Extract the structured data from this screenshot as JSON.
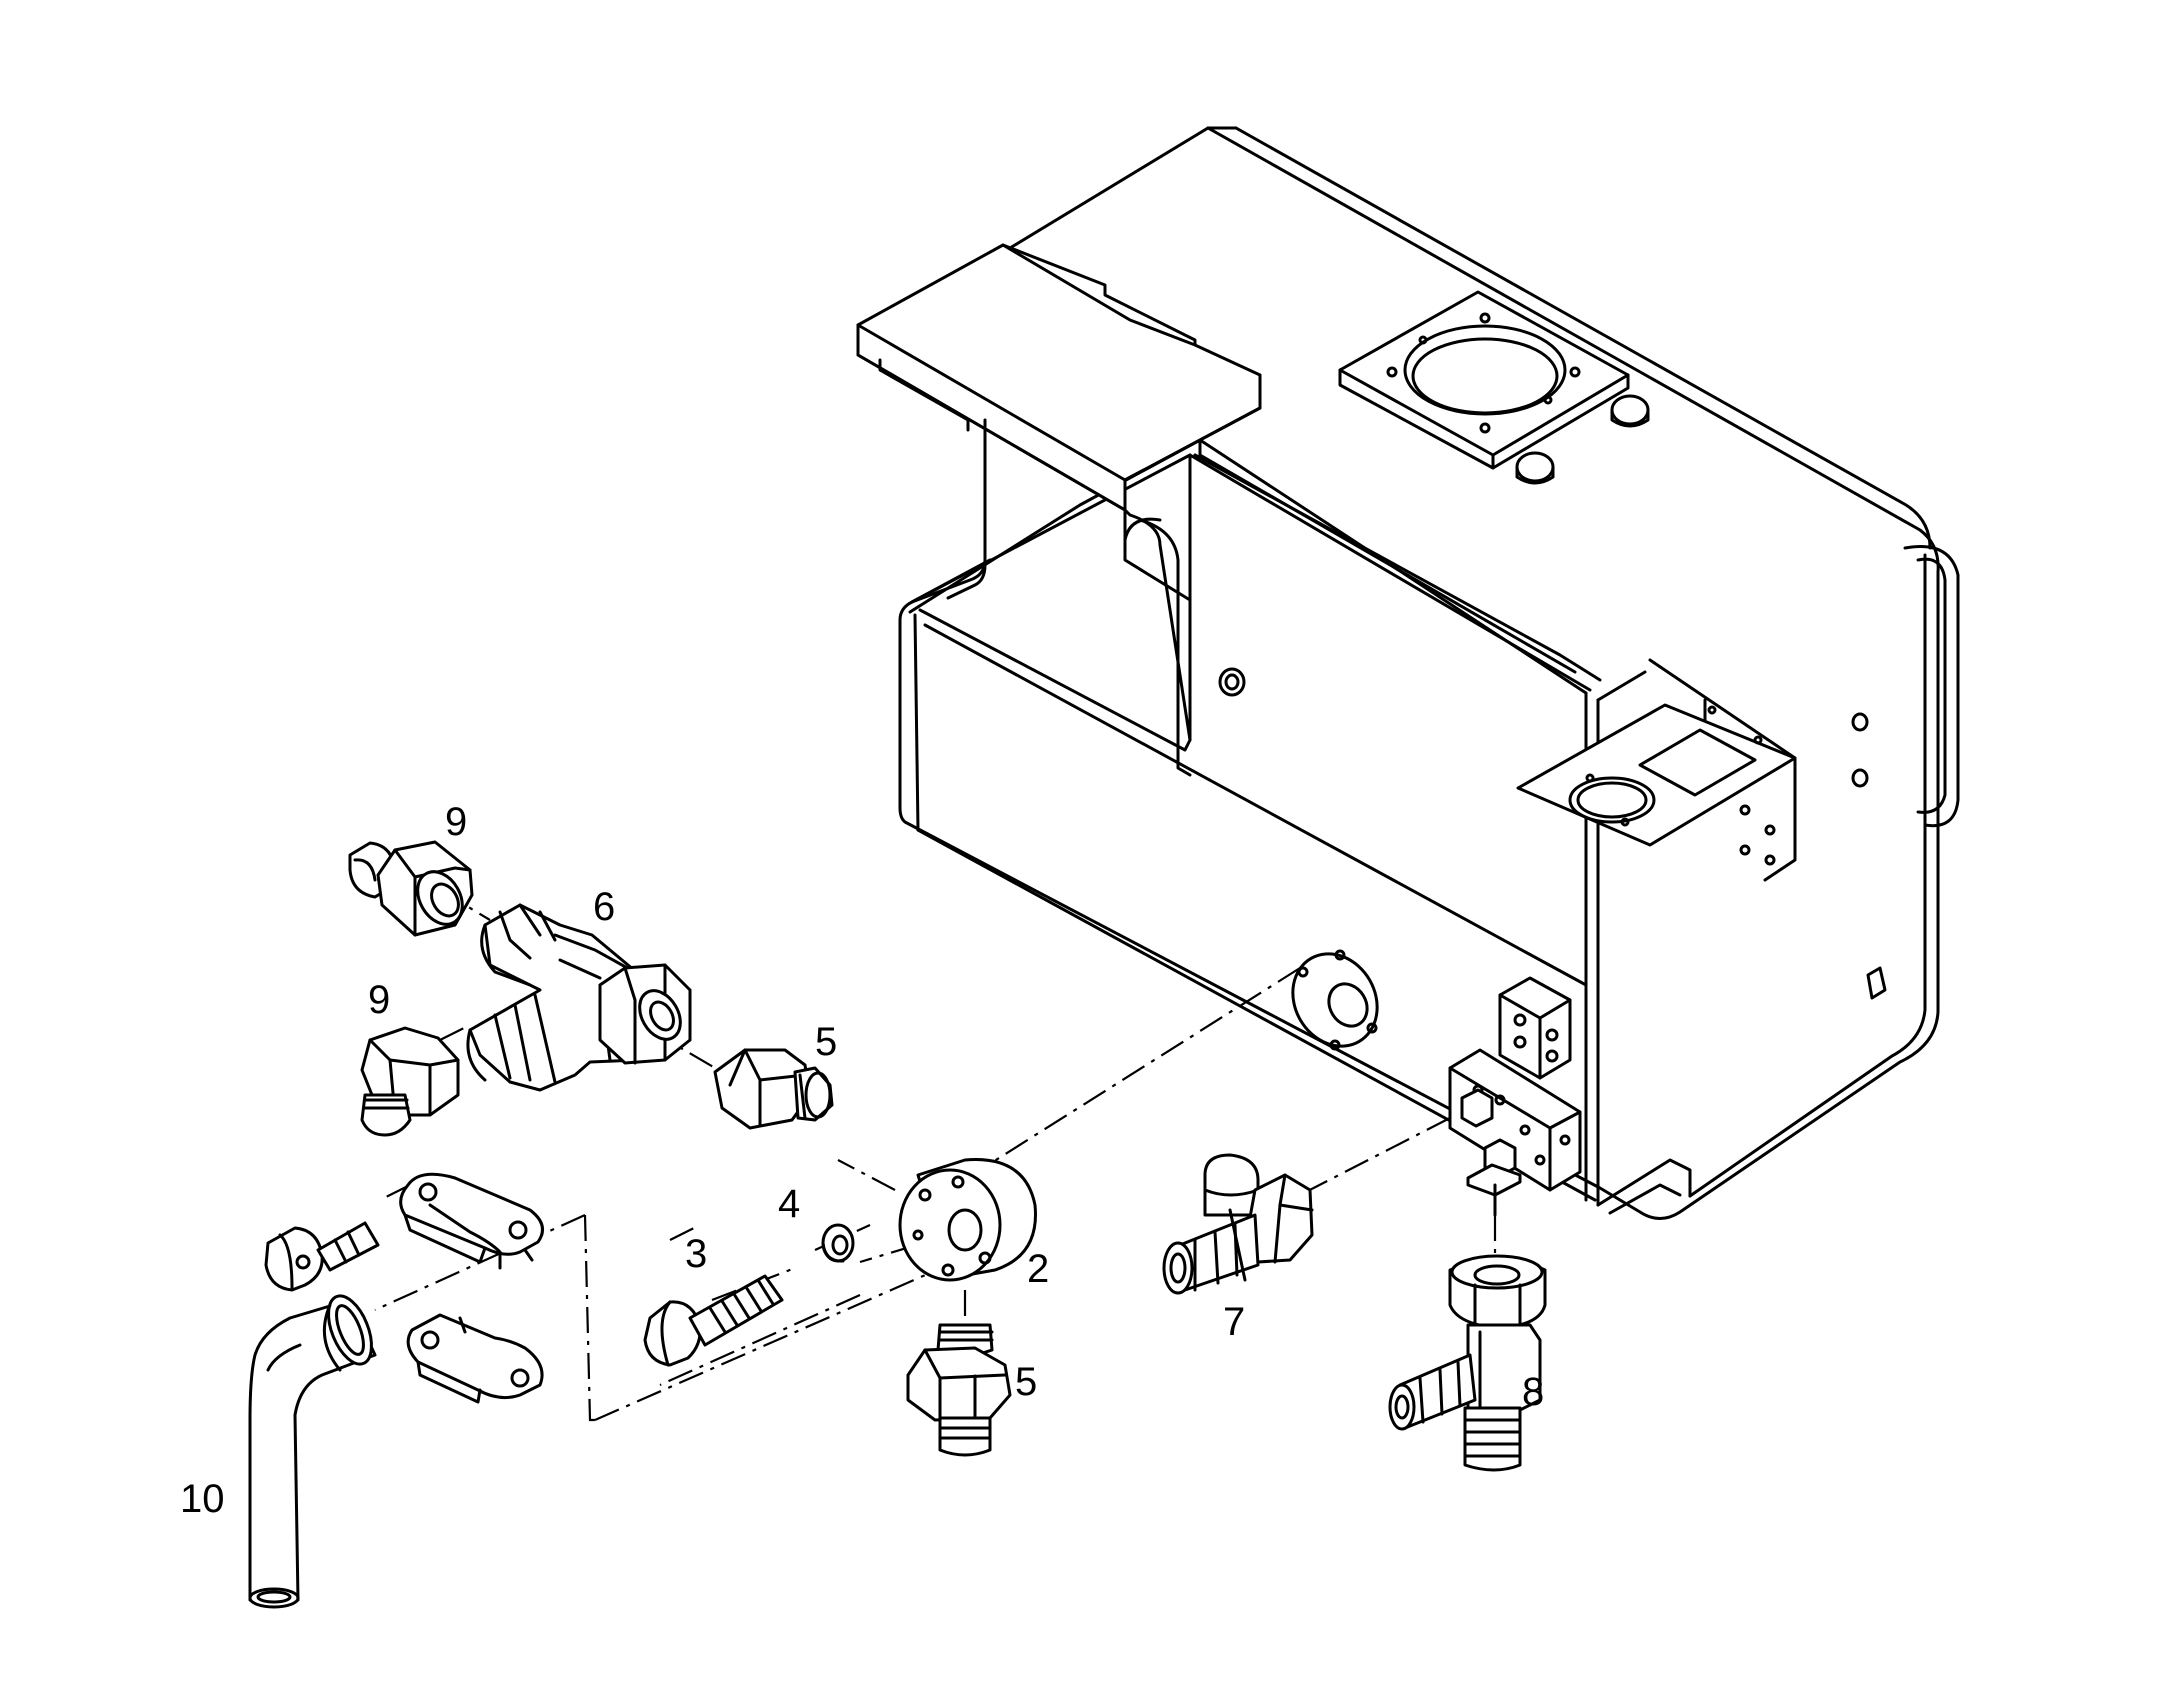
{
  "callouts": {
    "c2": "2",
    "c3": "3",
    "c4": "4",
    "c5a": "5",
    "c5b": "5",
    "c6": "6",
    "c7": "7",
    "c8": "8",
    "c9a": "9",
    "c9b": "9",
    "c10": "10"
  },
  "colors": {
    "line": "#000000",
    "background": "#ffffff"
  }
}
